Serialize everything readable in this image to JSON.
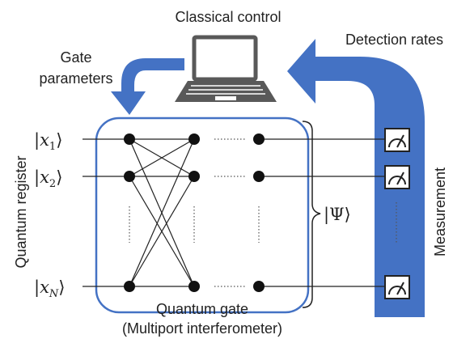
{
  "title": "Classical control",
  "gate_parameters": [
    "Gate",
    "parameters"
  ],
  "detection_rates": "Detection rates",
  "quantum_register": "Quantum register",
  "measurement": "Measurement",
  "inputs": [
    {
      "open": "|",
      "var": "x",
      "sub": "1",
      "close": "⟩"
    },
    {
      "open": "|",
      "var": "x",
      "sub": "2",
      "close": "⟩"
    },
    {
      "open": "|",
      "var": "x",
      "sub": "N",
      "close": "⟩"
    }
  ],
  "output_state": "|Ψ⟩",
  "gate_label": [
    "Quantum gate",
    "(Multiport interferometer)"
  ],
  "icons": {
    "computer": "laptop-icon",
    "meter": "meter-icon"
  },
  "colors": {
    "arrow": "#4472C4",
    "box": "#4472C4",
    "laptop": "#595959",
    "meter_bg": "#4472C4",
    "text": "#222222"
  }
}
